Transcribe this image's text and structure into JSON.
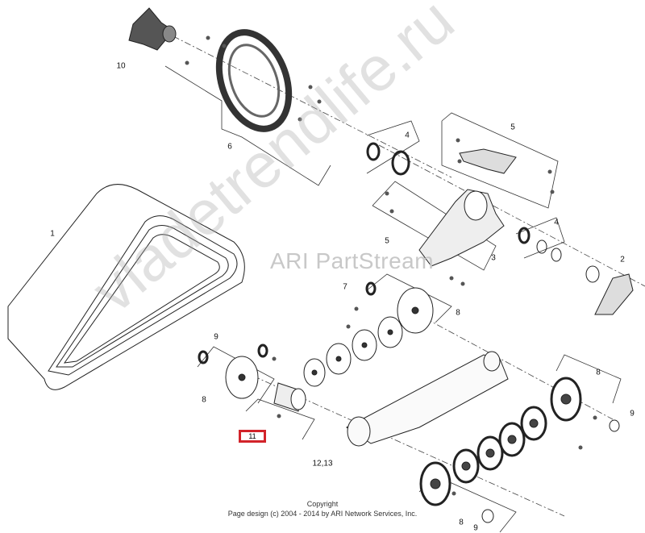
{
  "watermarks": {
    "brand": "ARI PartStream",
    "site": "vladetrendlife.ru"
  },
  "callouts": [
    {
      "id": "c10",
      "label": "10"
    },
    {
      "id": "c6",
      "label": "6"
    },
    {
      "id": "c4a",
      "label": "4"
    },
    {
      "id": "c5a",
      "label": "5"
    },
    {
      "id": "c1",
      "label": "1"
    },
    {
      "id": "c3",
      "label": "3"
    },
    {
      "id": "c4b",
      "label": "4"
    },
    {
      "id": "c2",
      "label": "2"
    },
    {
      "id": "c5b",
      "label": "5"
    },
    {
      "id": "c7",
      "label": "7"
    },
    {
      "id": "c8a",
      "label": "8"
    },
    {
      "id": "c9a",
      "label": "9"
    },
    {
      "id": "c8b",
      "label": "8"
    },
    {
      "id": "c12",
      "label": "12,13"
    },
    {
      "id": "c8c",
      "label": "8"
    },
    {
      "id": "c9b",
      "label": "9"
    },
    {
      "id": "c8d",
      "label": "8"
    },
    {
      "id": "c9c",
      "label": "9"
    }
  ],
  "highlighted": {
    "label": "11",
    "color": "#d2232a"
  },
  "footer": {
    "line1": "Copyright",
    "line2": "Page design (c) 2004 - 2014 by ARI Network Services, Inc."
  }
}
